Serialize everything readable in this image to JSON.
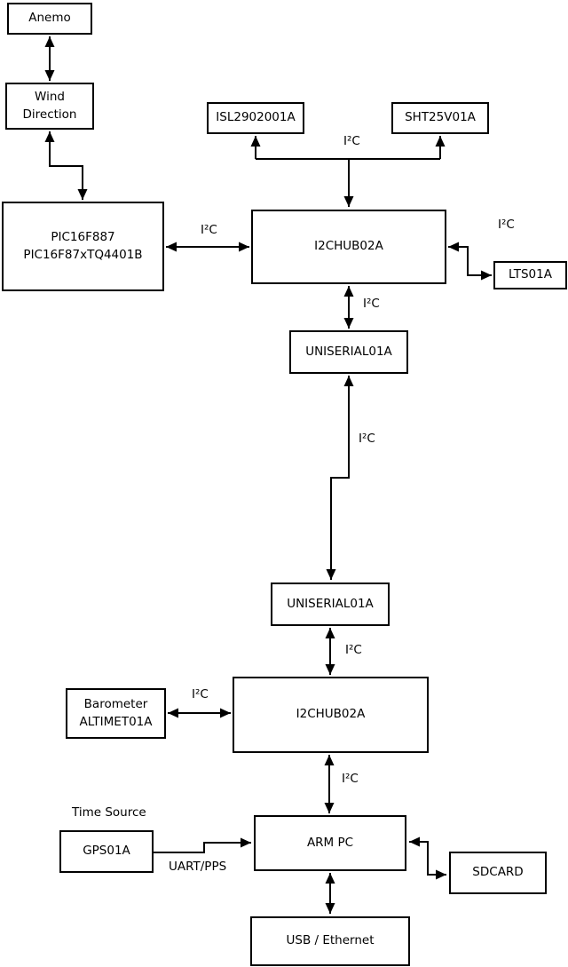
{
  "diagram": {
    "background": "#ffffff",
    "line_color": "#000000",
    "box_fill": "#ffffff",
    "nodes": {
      "anemo": {
        "label": "Anemo"
      },
      "wind_direction": {
        "label": "Wind\nDirection"
      },
      "pic": {
        "label": "PIC16F887\nPIC16F87xTQ4401B"
      },
      "isl": {
        "label": "ISL2902001A"
      },
      "sht": {
        "label": "SHT25V01A"
      },
      "i2chub_upper": {
        "label": "I2CHUB02A"
      },
      "lts": {
        "label": "LTS01A"
      },
      "uniserial_upper": {
        "label": "UNISERIAL01A"
      },
      "uniserial_lower": {
        "label": "UNISERIAL01A"
      },
      "i2chub_lower": {
        "label": "I2CHUB02A"
      },
      "barometer": {
        "label": "Barometer\nALTIMET01A"
      },
      "gps": {
        "label": "GPS01A"
      },
      "arm_pc": {
        "label": "ARM PC"
      },
      "sdcard": {
        "label": "SDCARD"
      },
      "usb_ethernet": {
        "label": "USB / Ethernet"
      }
    },
    "labels": {
      "time_source": "Time Source",
      "uart_pps": "UART/PPS",
      "i2c_sensor_branch": "I²C",
      "i2c_pic_hub": "I²C",
      "i2c_hub_lts": "I²C",
      "i2c_hub_uniserial_upper": "I²C",
      "i2c_uniserial_link": "I²C",
      "i2c_uniserial_hub_lower": "I²C",
      "i2c_barometer_hub": "I²C",
      "i2c_hub_armpc": "I²C"
    }
  }
}
